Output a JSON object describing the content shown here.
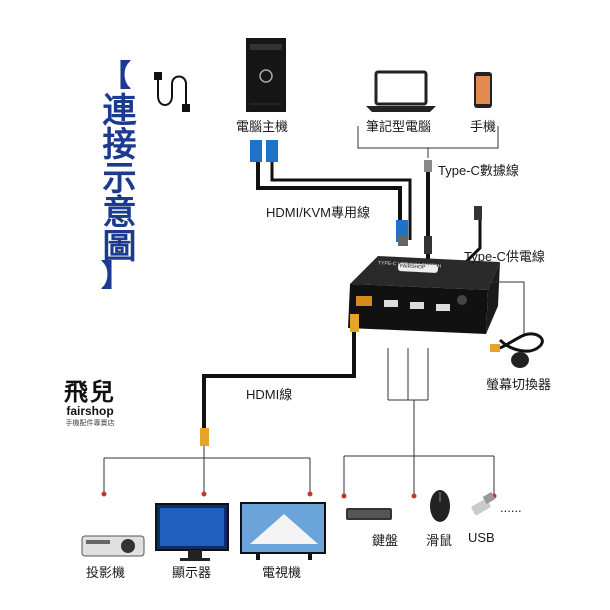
{
  "title": {
    "open_bracket": "【",
    "text": "連接示意圖",
    "close_bracket": "】"
  },
  "top_devices": {
    "pc": "電腦主機",
    "laptop": "筆記型電腦",
    "phone": "手機"
  },
  "cables": {
    "hdmi_kvm": "HDMI/KVM專用線",
    "typec_data": "Type-C數據線",
    "typec_power": "Type-C供電線",
    "hdmi": "HDMI線"
  },
  "switch_panel": {
    "top_label": "TYPE-C USB KVM SWITCH",
    "brand": "FAIRSHOP"
  },
  "remote": {
    "label": "螢幕切換器"
  },
  "outputs": {
    "projector": "投影機",
    "monitor": "顯示器",
    "tv": "電視機"
  },
  "peripherals": {
    "keyboard": "鍵盤",
    "mouse": "滑鼠",
    "usb": "USB",
    "more": "......"
  },
  "watermark": {
    "logo": "飛兒",
    "name": "fairshop",
    "tagline": "手機配件專賣店"
  }
}
